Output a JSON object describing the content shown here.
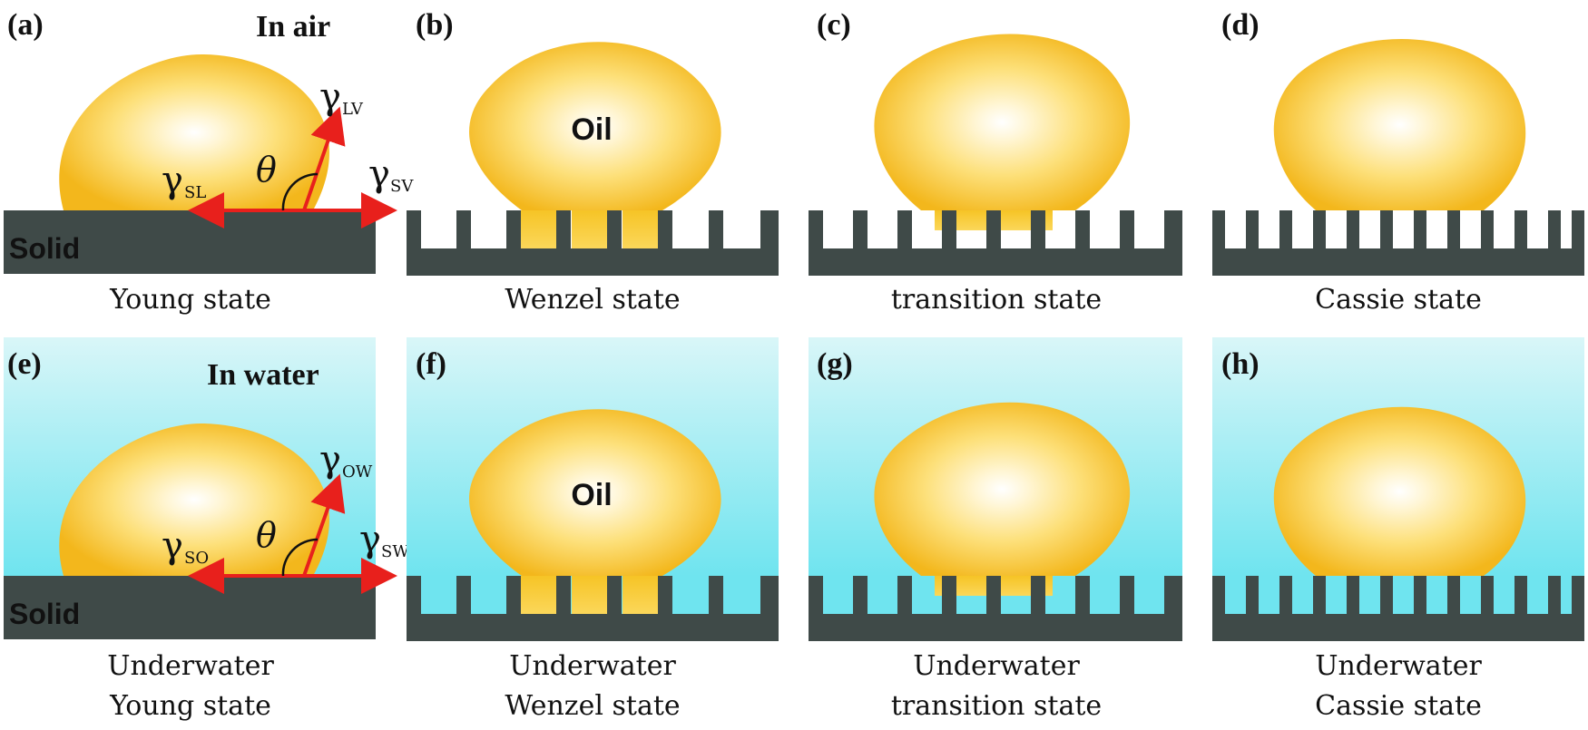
{
  "colors": {
    "solid": "#3f4a48",
    "arrow": "#e8201c",
    "oil_center": "#ffffff",
    "oil_mid": "#fde07a",
    "oil_edge": "#f3b71c",
    "water_top": "#d9f6f8",
    "water_bottom": "#6fe4ef"
  },
  "panels": {
    "a": {
      "label": "(a)",
      "environment": "In air",
      "caption": [
        "Young state"
      ],
      "solid_label": "Solid",
      "forces": {
        "sl": [
          "γ",
          "SL"
        ],
        "lv": [
          "γ",
          "LV"
        ],
        "sv": [
          "γ",
          "SV"
        ],
        "angle": "θ"
      }
    },
    "b": {
      "label": "(b)",
      "caption": [
        "Wenzel state"
      ],
      "drop_label": "Oil"
    },
    "c": {
      "label": "(c)",
      "caption": [
        "transition state"
      ]
    },
    "d": {
      "label": "(d)",
      "caption": [
        "Cassie state"
      ]
    },
    "e": {
      "label": "(e)",
      "environment": "In water",
      "caption": [
        "Underwater",
        "Young state"
      ],
      "solid_label": "Solid",
      "forces": {
        "so": [
          "γ",
          "SO"
        ],
        "ow": [
          "γ",
          "OW"
        ],
        "sw": [
          "γ",
          "SW"
        ],
        "angle": "θ"
      }
    },
    "f": {
      "label": "(f)",
      "caption": [
        "Underwater",
        "Wenzel state"
      ],
      "drop_label": "Oil"
    },
    "g": {
      "label": "(g)",
      "caption": [
        "Underwater",
        "transition state"
      ]
    },
    "h": {
      "label": "(h)",
      "caption": [
        "Underwater",
        "Cassie state"
      ]
    }
  }
}
